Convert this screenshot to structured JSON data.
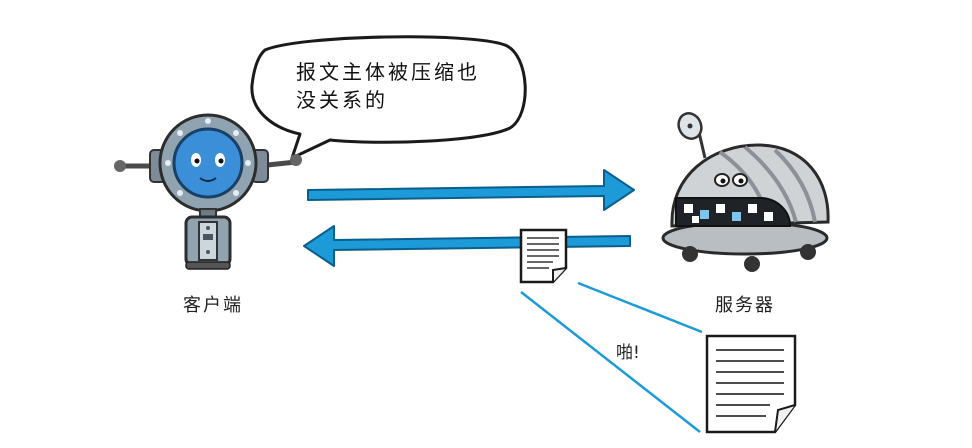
{
  "speech_bubble": {
    "line1": "报文主体被压缩也",
    "line2": "没关系的"
  },
  "client": {
    "label": "客户端"
  },
  "server": {
    "label": "服务器"
  },
  "sound_effect": "啪!",
  "colors": {
    "arrow": "#1d9ad8",
    "client_body": "#8fa3b1",
    "client_face": "#3a8fd8",
    "server_shell": "#cfd3d6",
    "line": "#1d9ad8"
  }
}
